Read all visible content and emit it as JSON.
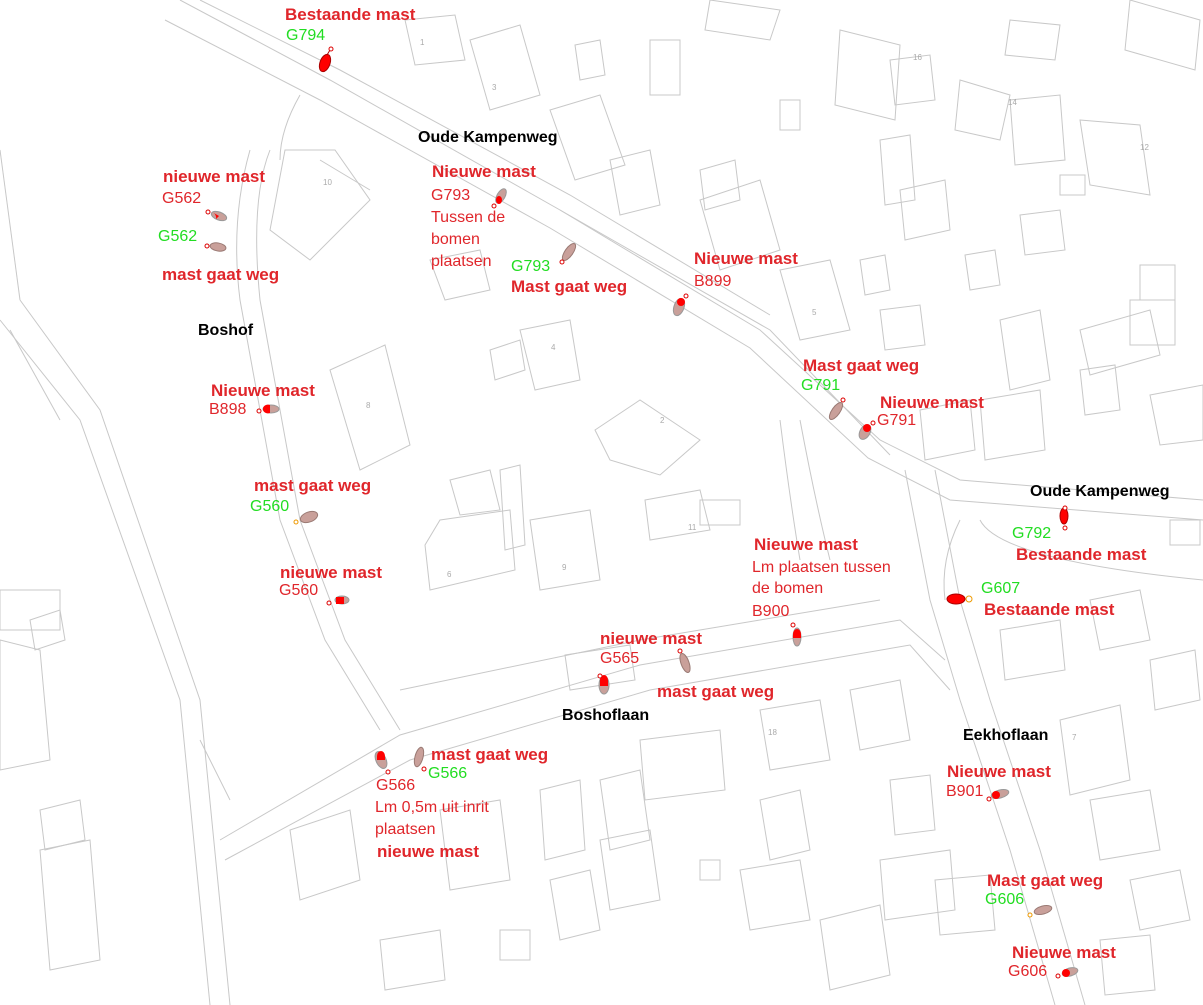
{
  "streets": {
    "oude_kampenweg_1": "Oude Kampenweg",
    "oude_kampenweg_2": "Oude Kampenweg",
    "boshof": "Boshof",
    "boshoflaan": "Boshoflaan",
    "eekhoflaan": "Eekhoflaan"
  },
  "labels": {
    "bestaande_mast_g794": "Bestaande mast",
    "g794": "G794",
    "nieuwe_mast_g562": "nieuwe mast",
    "g562_new": "G562",
    "g562_old": "G562",
    "mast_gaat_weg_g562": "mast gaat weg",
    "nieuwe_mast_g793": "Nieuwe mast",
    "g793_new": "G793",
    "g793_note_1": "Tussen de",
    "g793_note_2": "bomen",
    "g793_note_3": "plaatsen",
    "g793_old": "G793",
    "mast_gaat_weg_g793": "Mast gaat weg",
    "nieuwe_mast_b899": "Nieuwe mast",
    "b899": "B899",
    "nieuwe_mast_b898": "Nieuwe mast",
    "b898": "B898",
    "mast_gaat_weg_g791": "Mast gaat weg",
    "g791_old": "G791",
    "nieuwe_mast_g791": "Nieuwe mast",
    "g791_new": "G791",
    "mast_gaat_weg_g560": "mast gaat weg",
    "g560_old": "G560",
    "nieuwe_mast_g560": "nieuwe mast",
    "g560_new": "G560",
    "g792": "G792",
    "bestaande_mast_g792": "Bestaande mast",
    "g607": "G607",
    "bestaande_mast_g607": "Bestaande mast",
    "nieuwe_mast_b900": "Nieuwe mast",
    "b900_note_1": "Lm plaatsen tussen",
    "b900_note_2": "de bomen",
    "b900": "B900",
    "nieuwe_mast_g565": "nieuwe mast",
    "g565": "G565",
    "mast_gaat_weg_g565": "mast gaat weg",
    "mast_gaat_weg_g566": "mast gaat weg",
    "g566_new": "G566",
    "g566_old": "G566",
    "g566_note_1": "Lm 0,5m uit inrit",
    "g566_note_2": "plaatsen",
    "nieuwe_mast_g566": "nieuwe mast",
    "nieuwe_mast_b901": "Nieuwe mast",
    "b901": "B901",
    "mast_gaat_weg_g606": "Mast gaat weg",
    "g606_old": "G606",
    "nieuwe_mast_g606": "Nieuwe mast",
    "g606_new": "G606"
  },
  "house_numbers": {
    "n3": "3",
    "n1": "1",
    "n10": "10",
    "n8": "8",
    "n6": "6",
    "n5": "5",
    "n4": "4",
    "n2": "2",
    "n7": "7",
    "n11": "11",
    "n9": "9",
    "n12": "12",
    "n14": "14",
    "n16": "16",
    "n18": "18"
  },
  "colors": {
    "new_mast": "#e0262b",
    "removed_mast": "#c9a09a",
    "existing_mast": "#ff0000",
    "label_red": "#e0262b",
    "label_green": "#22dd22",
    "street_label": "#000000",
    "map_lines": "#c8c8c8"
  },
  "legend_semantics": {
    "new_mast_symbol": "red-grey-oval-icon",
    "removed_mast_symbol": "pink-oval-icon",
    "existing_mast_symbol": "solid-red-oval-icon"
  }
}
